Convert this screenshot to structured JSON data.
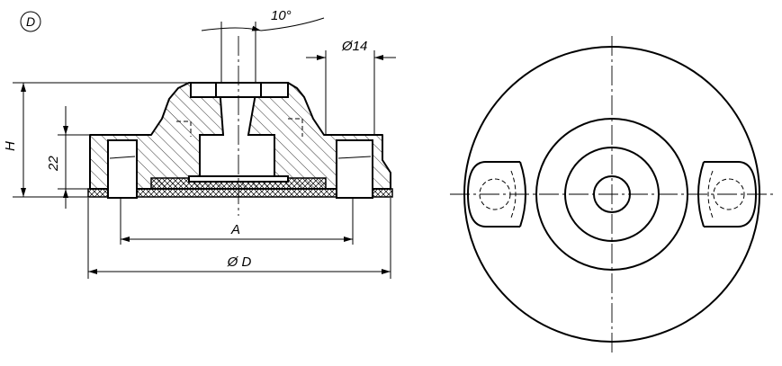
{
  "view_marker": "D",
  "dimensions": {
    "angle": "10°",
    "hole_dia": "Ø14",
    "height": "H",
    "step": "22",
    "A": "A",
    "D": "Ø D"
  },
  "colors": {
    "line": "#000000",
    "background": "#ffffff"
  }
}
